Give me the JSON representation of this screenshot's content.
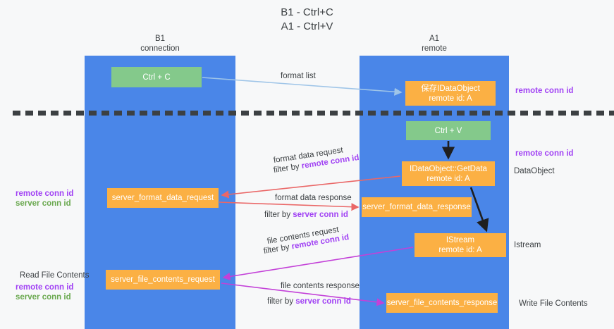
{
  "title": {
    "line1": "B1 - Ctrl+C",
    "line2": "A1 - Ctrl+V"
  },
  "lanes": [
    {
      "id": "b1",
      "name": "B1",
      "sub": "connection",
      "color": "#4a86e8"
    },
    {
      "id": "a1",
      "name": "A1",
      "sub": "remote",
      "color": "#4a86e8"
    }
  ],
  "colors": {
    "lane": "#4a86e8",
    "node_green": "#84c98b",
    "node_orange": "#fbb044",
    "accent_purple": "#a142f4",
    "accent_green": "#6aa84f",
    "arrow_red": "#ea6767",
    "arrow_magenta": "#c341d8",
    "arrow_blue": "#9fc5e8",
    "arrow_black": "#1f1f1f",
    "background": "#f7f8f9",
    "text": "#3c4043"
  },
  "nodes": {
    "ctrl_c": {
      "label": "Ctrl + C",
      "kind": "green"
    },
    "idataobject_a": {
      "line1": "保存IDataObject",
      "line2": "remote id: A",
      "kind": "orange"
    },
    "ctrl_v": {
      "label": "Ctrl + V",
      "kind": "green"
    },
    "getdata": {
      "line1": "IDataObject::GetData",
      "line2": "remote id: A",
      "kind": "orange"
    },
    "server_format_data_request": {
      "label": "server_format_data_request",
      "kind": "orange"
    },
    "server_format_data_response": {
      "label": "server_format_data_response",
      "kind": "orange"
    },
    "istream": {
      "line1": "IStream",
      "line2": "remote id: A",
      "kind": "orange"
    },
    "server_file_contents_request": {
      "label": "server_file_contents_request",
      "kind": "orange"
    },
    "server_file_contents_response": {
      "label": "server_file_contents_response",
      "kind": "orange"
    }
  },
  "edge_labels": {
    "format_list": "format list",
    "format_data_request": "format data request",
    "format_data_request_filter_prefix": "filter by ",
    "format_data_request_filter_key": "remote conn id",
    "format_data_response": "format data response",
    "format_data_response_filter_prefix": "filter by ",
    "format_data_response_filter_key": "server conn id",
    "file_contents_request": "file contents request",
    "file_contents_request_filter_prefix": "filter by ",
    "file_contents_request_filter_key": "remote conn id",
    "file_contents_response": "file contents response",
    "file_contents_response_filter_prefix": "filter by ",
    "file_contents_response_filter_key": "server conn id"
  },
  "right_annotations": {
    "remote_conn_id_top": "remote conn id",
    "remote_conn_id_mid": "remote conn id",
    "dataobject": "DataObject",
    "istream": "Istream",
    "write_file_contents": "Write File Contents"
  },
  "left_annotations": {
    "remote_conn_id_mid": "remote conn id",
    "server_conn_id_mid": "server conn id",
    "read_file_contents": "Read File Contents",
    "remote_conn_id_bottom": "remote conn id",
    "server_conn_id_bottom": "server conn id"
  }
}
